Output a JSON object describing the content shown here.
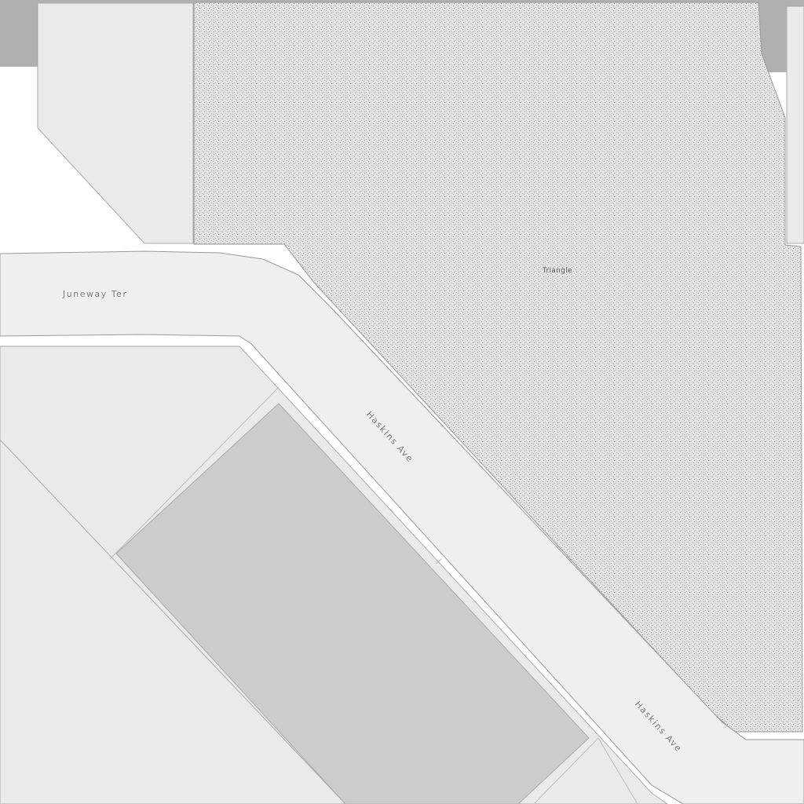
{
  "map": {
    "labels": {
      "street_1": "Juneway Ter",
      "street_2": "Haskins Ave",
      "street_3": "Haskins Ave",
      "park": "Triangle"
    },
    "colors": {
      "road": "#efefef",
      "parcel": "#eaeaea",
      "building": "#cccccc",
      "park": "#e2e2e2",
      "dark": "#b0b0b0"
    }
  }
}
